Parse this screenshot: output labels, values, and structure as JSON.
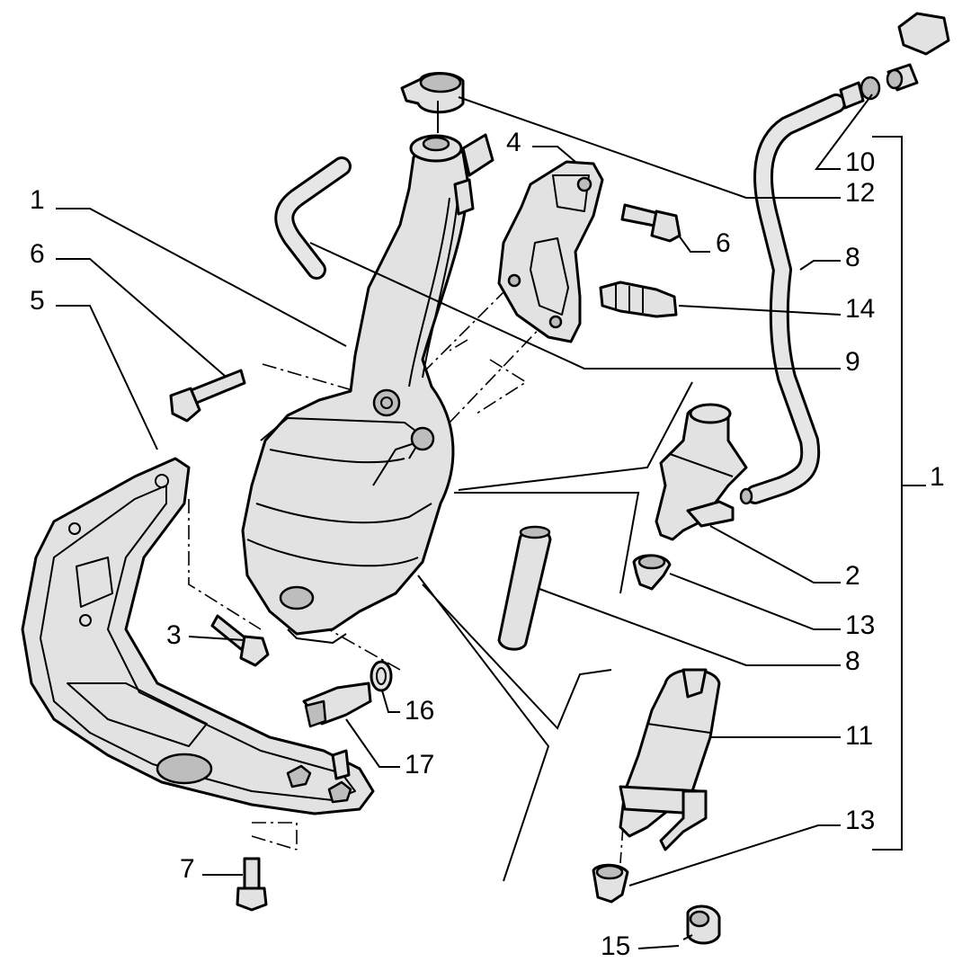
{
  "callouts": {
    "c1_left": "1",
    "c6_left": "6",
    "c5": "5",
    "c4": "4",
    "c6_right": "6",
    "c10": "10",
    "c12": "12",
    "c8_top": "8",
    "c14": "14",
    "c9": "9",
    "c1_right": "1",
    "c2": "2",
    "c13_top": "13",
    "c8_mid": "8",
    "c3": "3",
    "c16": "16",
    "c17": "17",
    "c11": "11",
    "c13_bottom": "13",
    "c7": "7",
    "c15": "15"
  }
}
